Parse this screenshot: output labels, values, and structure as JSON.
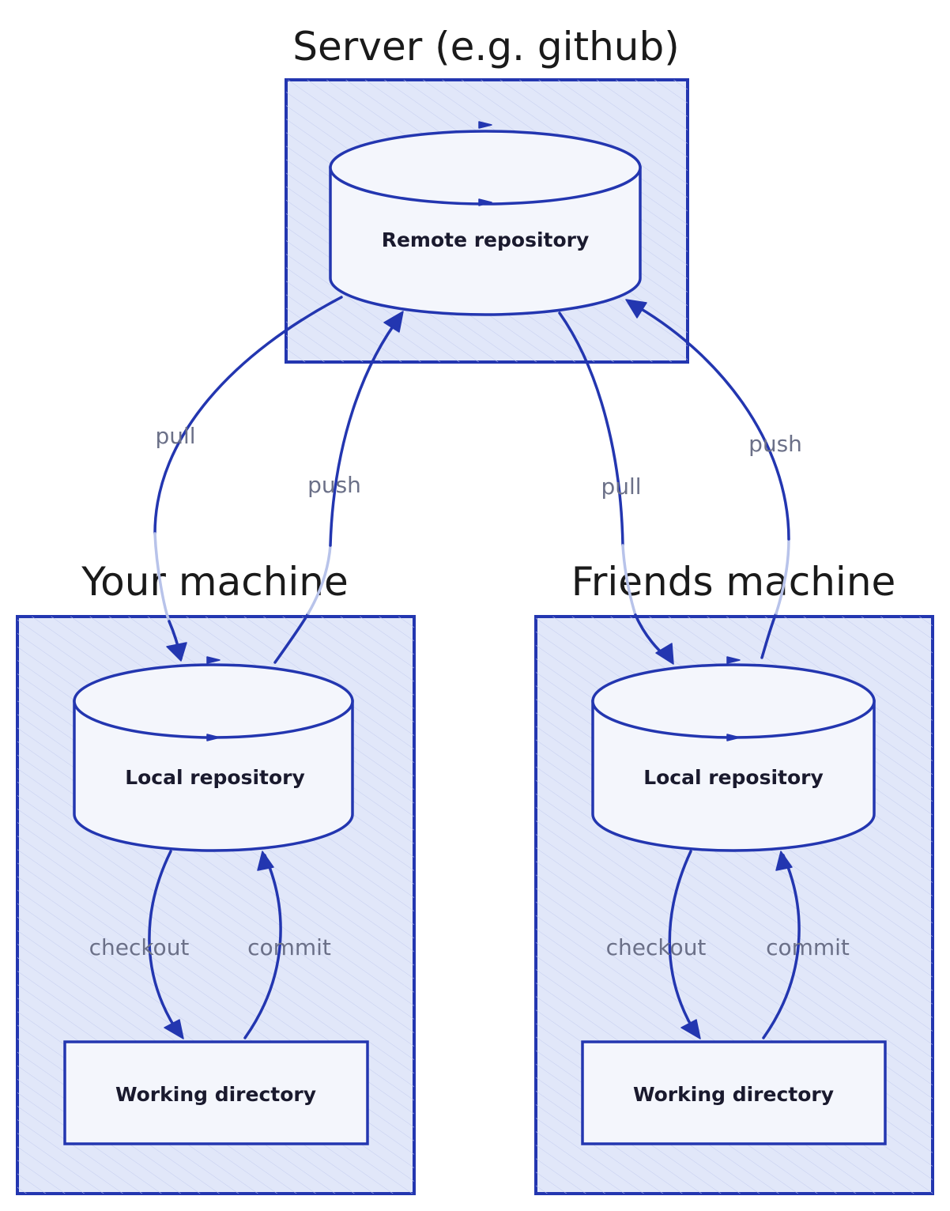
{
  "server": {
    "title": "Server (e.g. github)",
    "repository_label": "Remote repository"
  },
  "your_machine": {
    "title": "Your machine",
    "repository_label": "Local repository",
    "working_label": "Working directory",
    "checkout_label": "checkout",
    "commit_label": "commit"
  },
  "friends_machine": {
    "title": "Friends machine",
    "repository_label": "Local repository",
    "working_label": "Working directory",
    "checkout_label": "checkout",
    "commit_label": "commit"
  },
  "edges": {
    "your_pull": "pull",
    "your_push": "push",
    "friend_pull": "pull",
    "friend_push": "push"
  },
  "colors": {
    "frame_fill": "#e1e7f9",
    "stroke": "#2336b0",
    "shape_fill": "#f4f6fc",
    "edge_label": "#6b7088"
  }
}
